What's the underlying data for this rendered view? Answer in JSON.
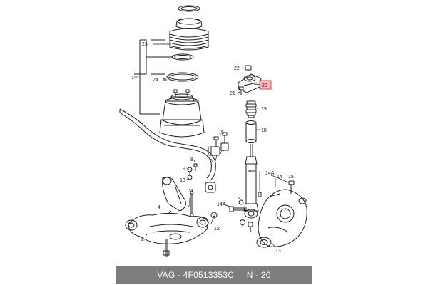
{
  "footer": {
    "part_text": "VAG - 4F0513353C",
    "pos_text": "N - 20"
  },
  "highlight_color": "#e0424a",
  "callouts": {
    "c1": "1",
    "c2": "2",
    "c4": "4",
    "c5": "5",
    "c6": "6",
    "c7": "7",
    "c8": "8",
    "c9": "9",
    "c10": "10",
    "c11": "11",
    "c12": "12",
    "c13": "13",
    "c14": "14",
    "c14a_1": "14A",
    "c14a_2": "14A",
    "c15": "15",
    "c18": "18",
    "c19": "19",
    "c20": "20",
    "c21": "21",
    "c22": "22",
    "c23": "23",
    "c24": "24"
  }
}
